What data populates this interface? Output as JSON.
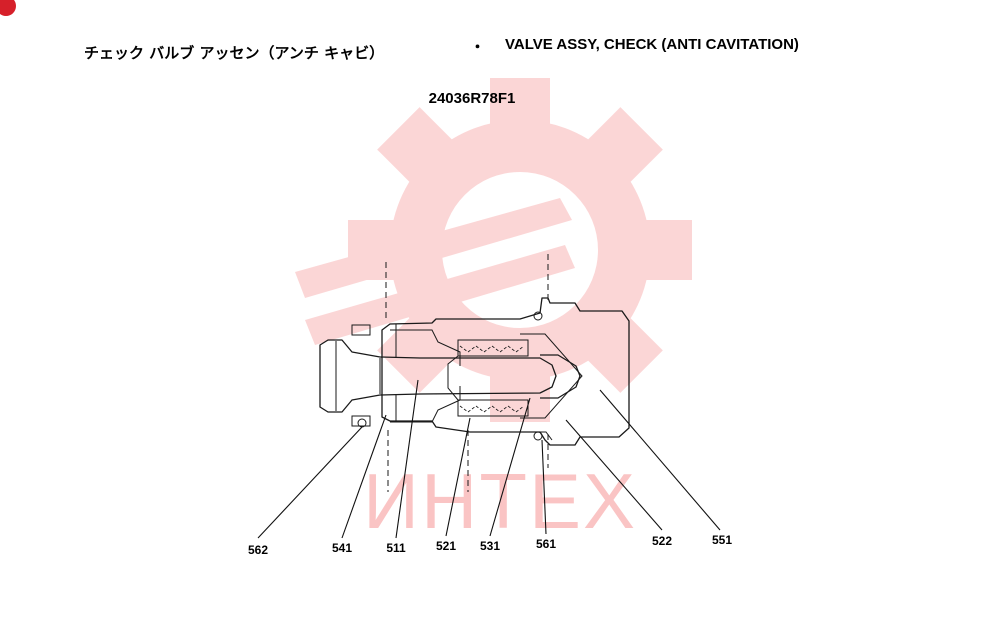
{
  "header": {
    "title_jp": "チェック バルブ アッセン（アンチ キャビ）",
    "separator": "・",
    "title_en": "VALVE ASSY, CHECK (ANTI CAVITATION)",
    "part_number": "24036R78F1"
  },
  "watermark": {
    "text": "ИНТЕХ",
    "color": "#f04a4a"
  },
  "callouts": [
    {
      "id": "562"
    },
    {
      "id": "541"
    },
    {
      "id": "511"
    },
    {
      "id": "521"
    },
    {
      "id": "531"
    },
    {
      "id": "561"
    },
    {
      "id": "522"
    },
    {
      "id": "551"
    }
  ]
}
